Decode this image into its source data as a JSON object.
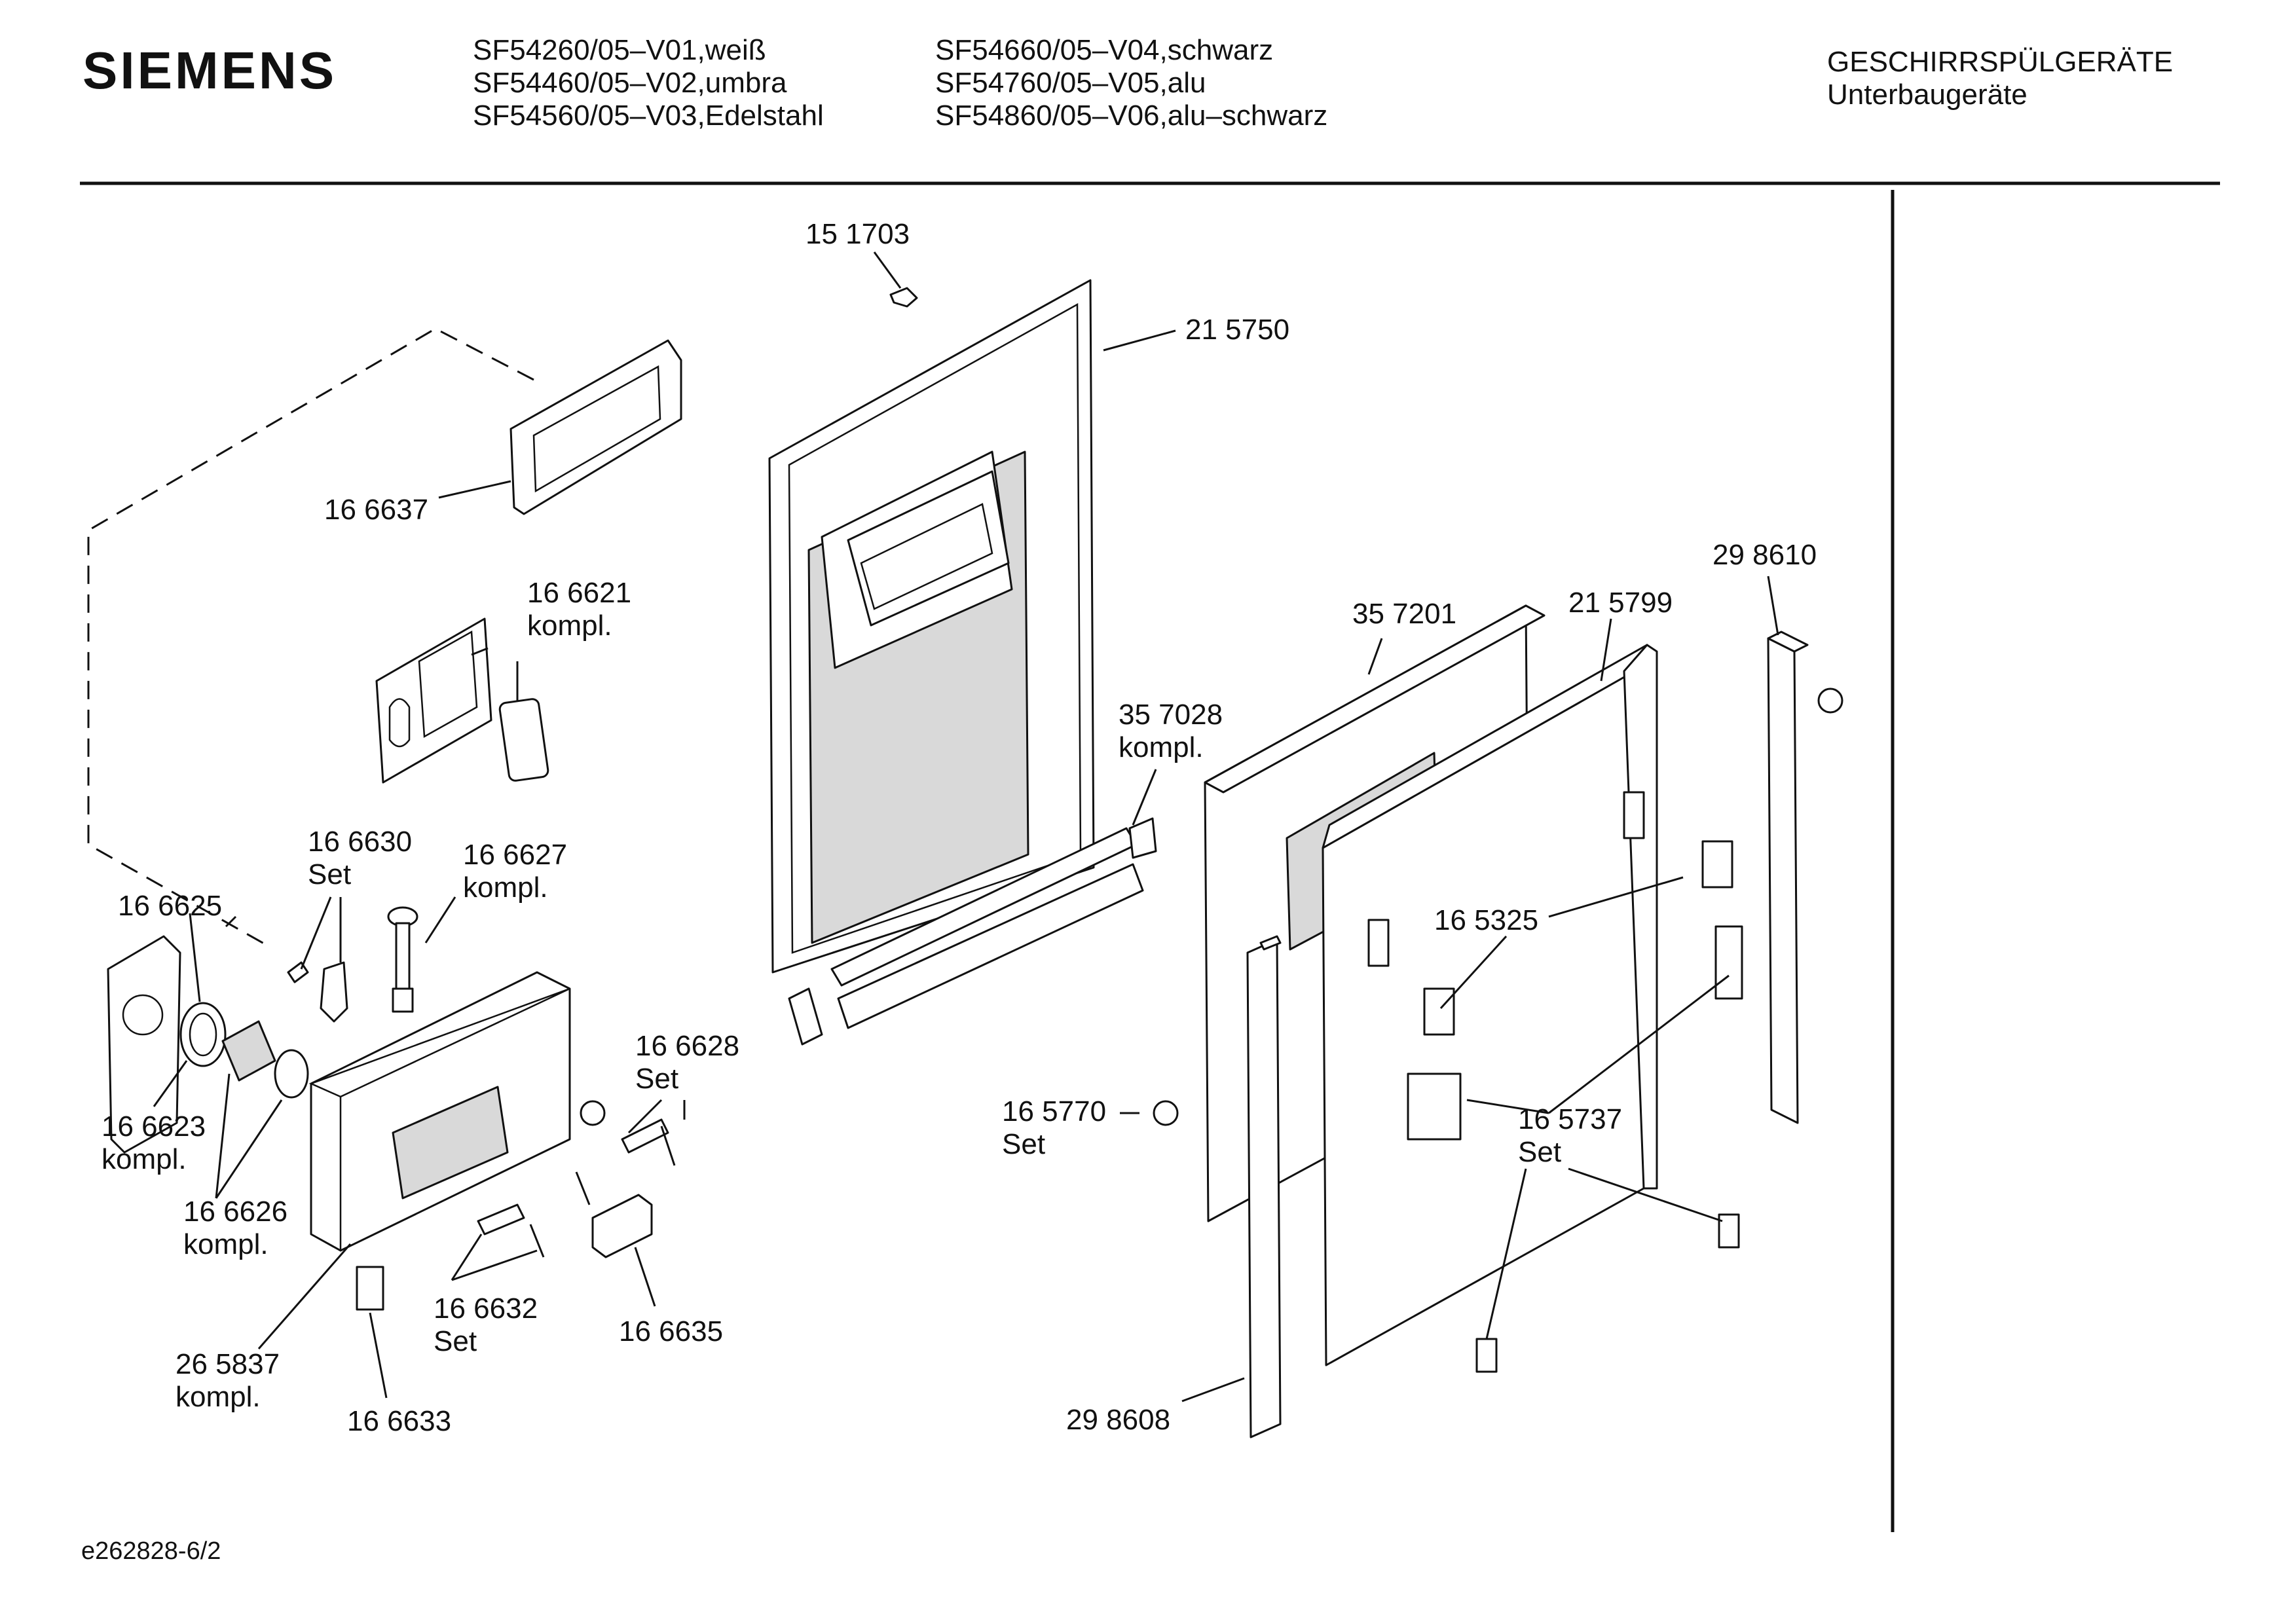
{
  "header": {
    "brand": "SIEMENS",
    "models_left": [
      "SF54260/05–V01,weiß",
      "SF54460/05–V02,umbra",
      "SF54560/05–V03,Edelstahl"
    ],
    "models_right": [
      "SF54660/05–V04,schwarz",
      "SF54760/05–V05,alu",
      "SF54860/05–V06,alu–schwarz"
    ],
    "category": [
      "GESCHIRRSPÜLGERÄTE",
      "Unterbaugeräte"
    ]
  },
  "labels": {
    "p151703": "15 1703",
    "p215750": "21 5750",
    "p166637": "16 6637",
    "p166621": [
      "16 6621",
      "kompl."
    ],
    "p357201": "35 7201",
    "p215799": "21 5799",
    "p298610": "29 8610",
    "p357028": [
      "35 7028",
      "kompl."
    ],
    "p166630": [
      "16 6630",
      "Set"
    ],
    "p166627": [
      "16 6627",
      "kompl."
    ],
    "p166625": "16 6625",
    "p165325": "16 5325",
    "p166628": [
      "16 6628",
      "Set"
    ],
    "p165770": [
      "16 5770",
      "Set"
    ],
    "p165737": [
      "16 5737",
      "Set"
    ],
    "p166623": [
      "16 6623",
      "kompl."
    ],
    "p166626": [
      "16 6626",
      "kompl."
    ],
    "p166632": [
      "16 6632",
      "Set"
    ],
    "p166635": "16 6635",
    "p265837": [
      "26 5837",
      "kompl."
    ],
    "p166633": "16 6633",
    "p298608": "29 8608"
  },
  "footer": {
    "doc_id": "e262828-6/2"
  }
}
